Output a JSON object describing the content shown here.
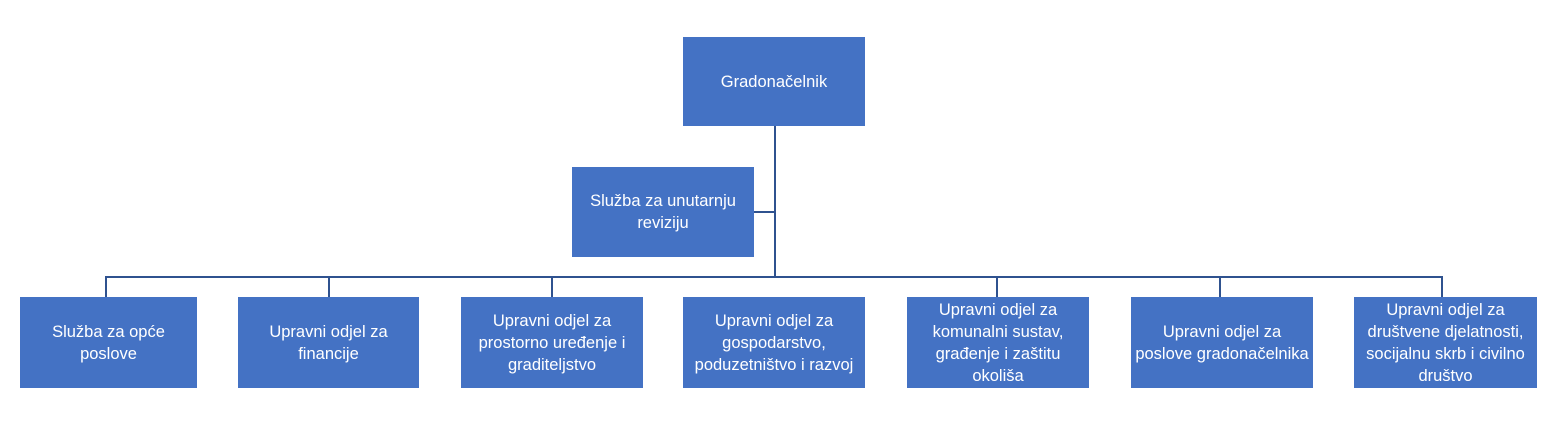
{
  "org_chart": {
    "top": "Gradonačelnik",
    "assistant": "Služba za unutarnju reviziju",
    "departments": [
      "Služba za opće poslove",
      "Upravni odjel za financije",
      "Upravni odjel za prostorno uređenje i graditeljstvo",
      "Upravni odjel za gospodarstvo, poduzetništvo i razvoj",
      "Upravni odjel za komunalni sustav, građenje i zaštitu okoliša",
      "Upravni odjel za poslove gradonačelnika",
      "Upravni odjel za društvene djelatnosti, socijalnu skrb i civilno društvo"
    ]
  },
  "colors": {
    "box": "#4472c4",
    "connector": "#2f528f",
    "text": "#ffffff"
  }
}
